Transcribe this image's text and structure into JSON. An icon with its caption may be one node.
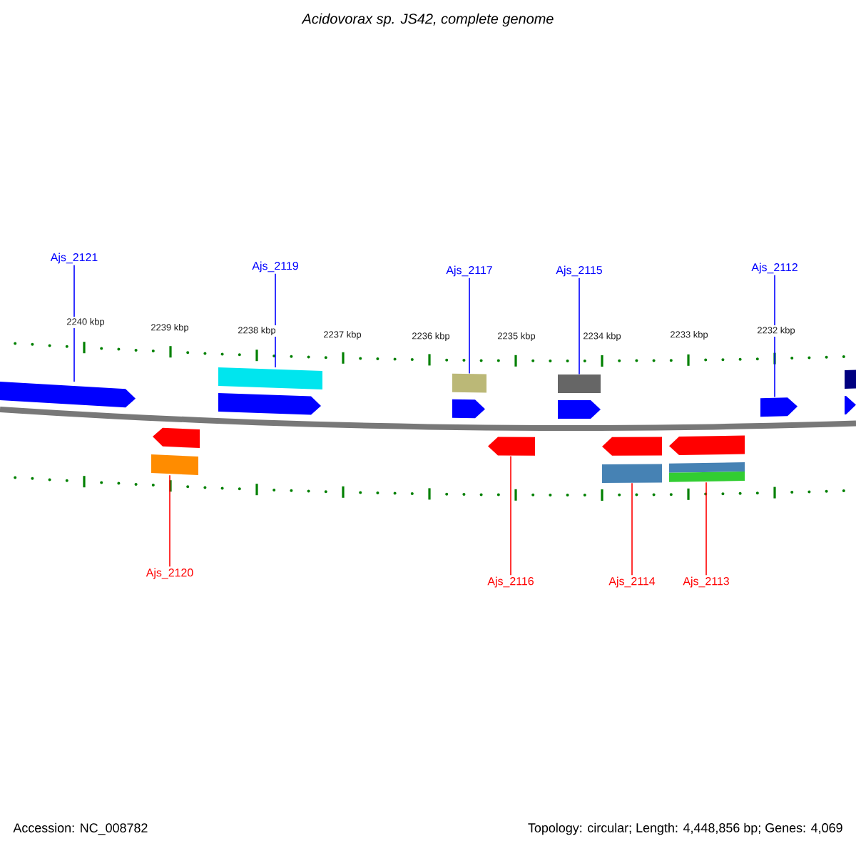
{
  "diagram": {
    "title": "Acidovorax sp. JS42, complete genome",
    "nodes": [
      {
        "text": [
          "Ajs_2121"
        ]
      },
      {
        "text": [
          "Ajs_2119"
        ]
      },
      {
        "text": [
          "Ajs_2117"
        ]
      },
      {
        "text": [
          "Ajs_2115"
        ]
      },
      {
        "text": [
          "Ajs_2112"
        ]
      },
      {
        "text": [
          "Ajs_2120"
        ]
      },
      {
        "text": [
          "Ajs_2116"
        ]
      },
      {
        "text": [
          "Ajs_2114"
        ]
      },
      {
        "text": [
          "Ajs_2113"
        ]
      },
      {
        "text": [],
        "shape": "arrow"
      },
      {
        "text": [],
        "shape": "bar"
      },
      {
        "text": [],
        "shape": "arrow"
      },
      {
        "text": [],
        "shape": "bar"
      },
      {
        "text": [],
        "shape": "arrow"
      },
      {
        "text": [],
        "shape": "bar"
      },
      {
        "text": [],
        "shape": "arrow"
      },
      {
        "text": [],
        "shape": "arrow"
      },
      {
        "text": [],
        "shape": "bar"
      },
      {
        "text": [],
        "shape": "arrow"
      },
      {
        "text": [],
        "shape": "arrow"
      },
      {
        "text": [],
        "shape": "bar"
      },
      {
        "text": [],
        "shape": "arrow"
      },
      {
        "text": [],
        "shape": "arrow"
      },
      {
        "text": [],
        "shape": "arrow"
      },
      {
        "text": [],
        "shape": "bar"
      },
      {
        "text": [],
        "shape": "bar"
      },
      {
        "text": [],
        "shape": "bar"
      }
    ],
    "edges": [
      {
        "from": 0,
        "to": 9,
        "arrow": "none"
      },
      {
        "from": 1,
        "to": 10,
        "arrow": "none"
      },
      {
        "from": 2,
        "to": 12,
        "arrow": "none"
      },
      {
        "from": 3,
        "to": 14,
        "arrow": "none"
      },
      {
        "from": 4,
        "to": 16,
        "arrow": "none"
      },
      {
        "from": 5,
        "to": 20,
        "arrow": "none",
        "color": "#ff0000"
      },
      {
        "from": 6,
        "to": 21,
        "arrow": "none",
        "color": "#ff0000"
      },
      {
        "from": 7,
        "to": 24,
        "arrow": "none",
        "color": "#ff0000"
      },
      {
        "from": 8,
        "to": 26,
        "arrow": "none",
        "color": "#ff0000"
      }
    ],
    "labels": [
      "2240 kbp",
      "2239 kbp",
      "2238 kbp",
      "2237 kbp",
      "2236 kbp",
      "2235 kbp",
      "2234 kbp",
      "2233 kbp",
      "2232 kbp",
      "Accession: NC_008782",
      "Topology: circular; Length: 4,448,856 bp; Genes: 4,069"
    ]
  }
}
